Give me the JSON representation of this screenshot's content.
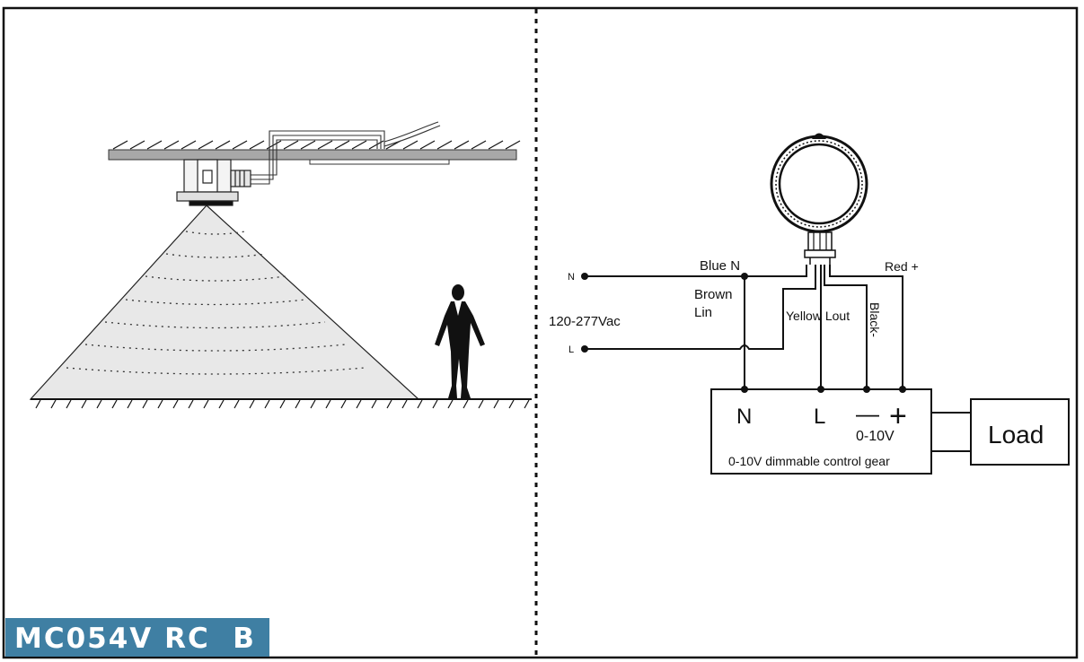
{
  "model": {
    "label": "MC054V RC  B"
  },
  "wiring": {
    "terminal_n": "N",
    "terminal_l": "L",
    "supply_voltage": "120-277Vac",
    "wire_blue": "Blue N",
    "wire_brown_1": "Brown",
    "wire_brown_2": "Lin",
    "wire_yellow": "Yellow Lout",
    "wire_black": "Black-",
    "wire_red": "Red +"
  },
  "control_gear": {
    "terminal_n": "N",
    "terminal_l": "L",
    "terminal_minus": "—",
    "terminal_plus": "+",
    "signal": "0-10V",
    "label": "0-10V dimmable control gear"
  },
  "load": {
    "label": "Load"
  },
  "colors": {
    "label_bg": "#3f7fa3",
    "detection_zone": "#e8e8e8",
    "line": "#111111"
  }
}
